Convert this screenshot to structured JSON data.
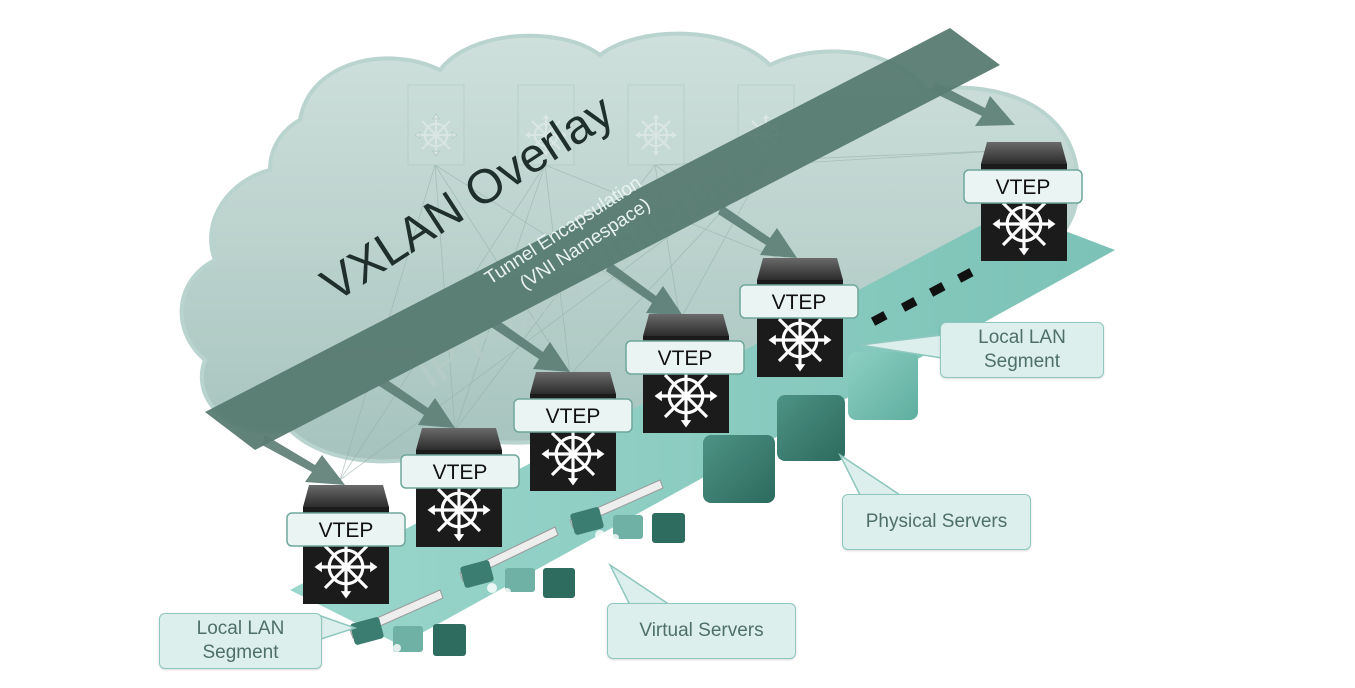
{
  "overlay": {
    "title": "VXLAN Overlay",
    "subtitle_line1": "Tunnel Encapsulation",
    "subtitle_line2": "(VNI Namespace)"
  },
  "underlay": {
    "label": "IP Fabric Underlay"
  },
  "vtep": {
    "label": "VTEP"
  },
  "callouts": {
    "local_lan_top": [
      "Local LAN",
      "Segment"
    ],
    "physical_servers": "Physical Servers",
    "virtual_servers": "Virtual Servers",
    "local_lan_bottom": [
      "Local LAN",
      "Segment"
    ]
  },
  "colors": {
    "cloud": "#a9c9c3",
    "overlay_band": "#55786f",
    "platform": "#86c9bf",
    "switch_dark": "#1b1b1b",
    "server_dark": "#3a7d70",
    "server_light": "#6fb7aa",
    "callout_bg": "#dcefec"
  }
}
